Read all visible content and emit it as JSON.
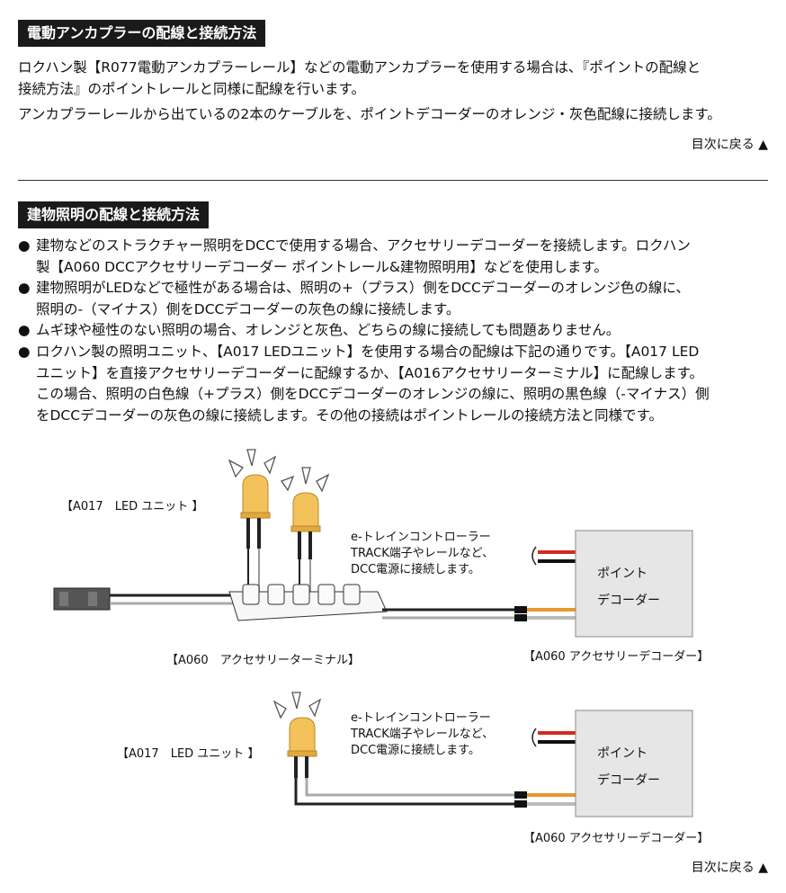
{
  "section1": {
    "title": "電動アンカプラーの配線と接続方法",
    "line1": "ロクハン製【R077電動アンカプラーレール】などの電動アンカプラーを使用する場合は、『ポイントの配線と",
    "line2": "接続方法』のポイントレールと同様に配線を行います。",
    "line3": "アンカプラーレールから出ているの2本のケーブルを、ポイントデコーダーのオレンジ・灰色配線に接続します。",
    "toc_link": "目次に戻る ▲"
  },
  "section2": {
    "title": "建物照明の配線と接続方法",
    "bullet_mark": "●",
    "bullets": [
      [
        "建物などのストラクチャー照明をDCCで使用する場合、アクセサリーデコーダーを接続します。ロクハン",
        "製【A060 DCCアクセサリーデコーダー ポイントレール&建物照明用】などを使用します。"
      ],
      [
        "建物照明がLEDなどで極性がある場合は、照明の+（プラス）側をDCCデコーダーのオレンジ色の線に、",
        "照明の-（マイナス）側をDCCデコーダーの灰色の線に接続します。"
      ],
      [
        "ムギ球や極性のない照明の場合、オレンジと灰色、どちらの線に接続しても問題ありません。"
      ],
      [
        "ロクハン製の照明ユニット、【A017 LEDユニット】を使用する場合の配線は下記の通りです。【A017 LED",
        "ユニット】を直接アクセサリーデコーダーに配線するか、【A016アクセサリーターミナル】に配線します。",
        "この場合、照明の白色線（+プラス）側をDCCデコーダーのオレンジの線に、照明の黒色線（-マイナス）側",
        "をDCCデコーダーの灰色の線に接続します。その他の接続はポイントレールの接続方法と同様です。"
      ]
    ],
    "toc_link": "目次に戻る ▲"
  },
  "diagram": {
    "led_unit_label": "【A017　LED ユニット 】",
    "led_unit_label2": "【A017　LED ユニット 】",
    "controller_note": [
      "e-トレインコントローラー",
      "TRACK端子やレールなど、",
      "DCC電源に接続します。"
    ],
    "controller_note2": [
      "e-トレインコントローラー",
      "TRACK端子やレールなど、",
      "DCC電源に接続します。"
    ],
    "terminal_label": "【A060　アクセサリーターミナル】",
    "decoder_box_line1": "ポイント",
    "decoder_box_line2": "デコーダー",
    "decoder_label": "【A060 アクセサリーデコーダー】",
    "decoder_label2": "【A060 アクセサリーデコーダー】",
    "colors": {
      "led": "#f3c25a",
      "orange_wire": "#e8972a",
      "red_wire": "#d42a1e",
      "box": "#e6e6e6",
      "header_bg": "#1a1a1a"
    }
  }
}
